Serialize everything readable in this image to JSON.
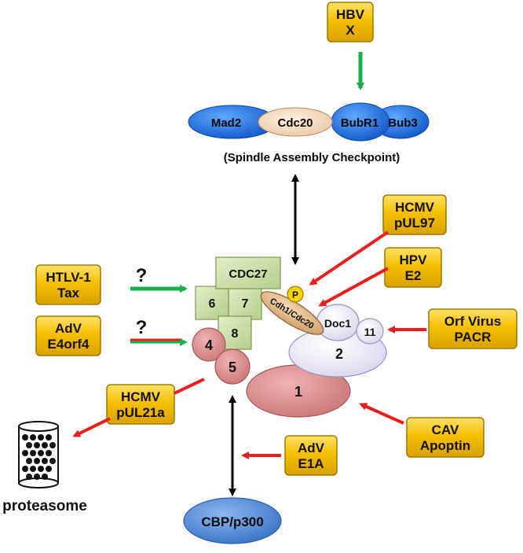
{
  "colors": {
    "viral_box": "#F5C000",
    "viral_box_dark": "#A07800",
    "sac_blue": "#1E6FE0",
    "cdc20_peach": "#F3D9BF",
    "apc_green": "#C9DDA8",
    "apc_red": "#D98F8F",
    "doc_lavender": "#ECEAF6",
    "cbp_blue": "#4A86D8",
    "arrow_red": "#EE1C1C",
    "arrow_green": "#1BAF4B",
    "arrow_black": "#000000"
  },
  "viral_boxes": [
    {
      "id": "hbv",
      "line1": "HBV",
      "line2": "X"
    },
    {
      "id": "hcmv97",
      "line1": "HCMV",
      "line2": "pUL97"
    },
    {
      "id": "hpv",
      "line1": "HPV",
      "line2": "E2"
    },
    {
      "id": "htlv",
      "line1": "HTLV-1",
      "line2": "Tax"
    },
    {
      "id": "adv-e4",
      "line1": "AdV",
      "line2": "E4orf4"
    },
    {
      "id": "orf",
      "line1": "Orf Virus",
      "line2": "PACR"
    },
    {
      "id": "hcmv21",
      "line1": "HCMV",
      "line2": "pUL21a"
    },
    {
      "id": "cav",
      "line1": "CAV",
      "line2": "Apoptin"
    },
    {
      "id": "adv-e1a",
      "line1": "AdV",
      "line2": "E1A"
    }
  ],
  "sac": {
    "mad2": "Mad2",
    "cdc20": "Cdc20",
    "bubr1": "BubR1",
    "bub3": "Bub3",
    "caption": "(Spindle Assembly Checkpoint)"
  },
  "apc": {
    "cdc27": "CDC27",
    "sub6": "6",
    "sub7": "7",
    "sub8": "8",
    "sub4": "4",
    "sub5": "5",
    "sub1": "1",
    "sub2": "2",
    "sub11": "11",
    "doc1": "Doc1",
    "cdh1": "Cdh1/Cdc20",
    "phospho": "P"
  },
  "question_mark_1": "?",
  "question_mark_2": "?",
  "proteasome_label": "proteasome",
  "cbp_label": "CBP/p300"
}
